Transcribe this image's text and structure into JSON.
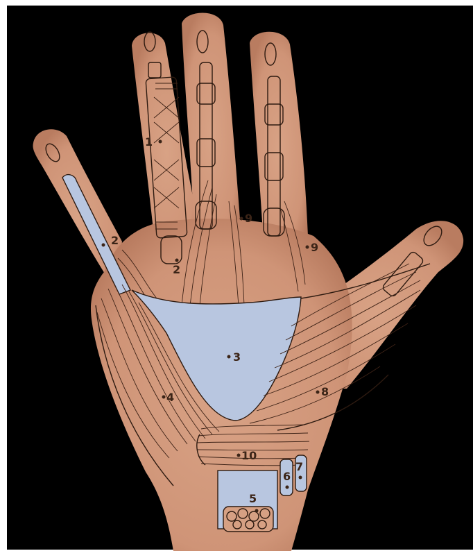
{
  "colors": {
    "background": "#000000",
    "skin": "#d39a7d",
    "skin_shade": "#c7876a",
    "ligament_blue": "#b8c6e0",
    "line": "#2d1a10",
    "label": "#3b2417"
  },
  "labels": {
    "l1": "1",
    "l2a": "2",
    "l2b": "2",
    "l3": "3",
    "l4": "4",
    "l5": "5",
    "l6": "6",
    "l7": "7",
    "l8": "8",
    "l9a": "9",
    "l9b": "9",
    "l10": "10"
  }
}
